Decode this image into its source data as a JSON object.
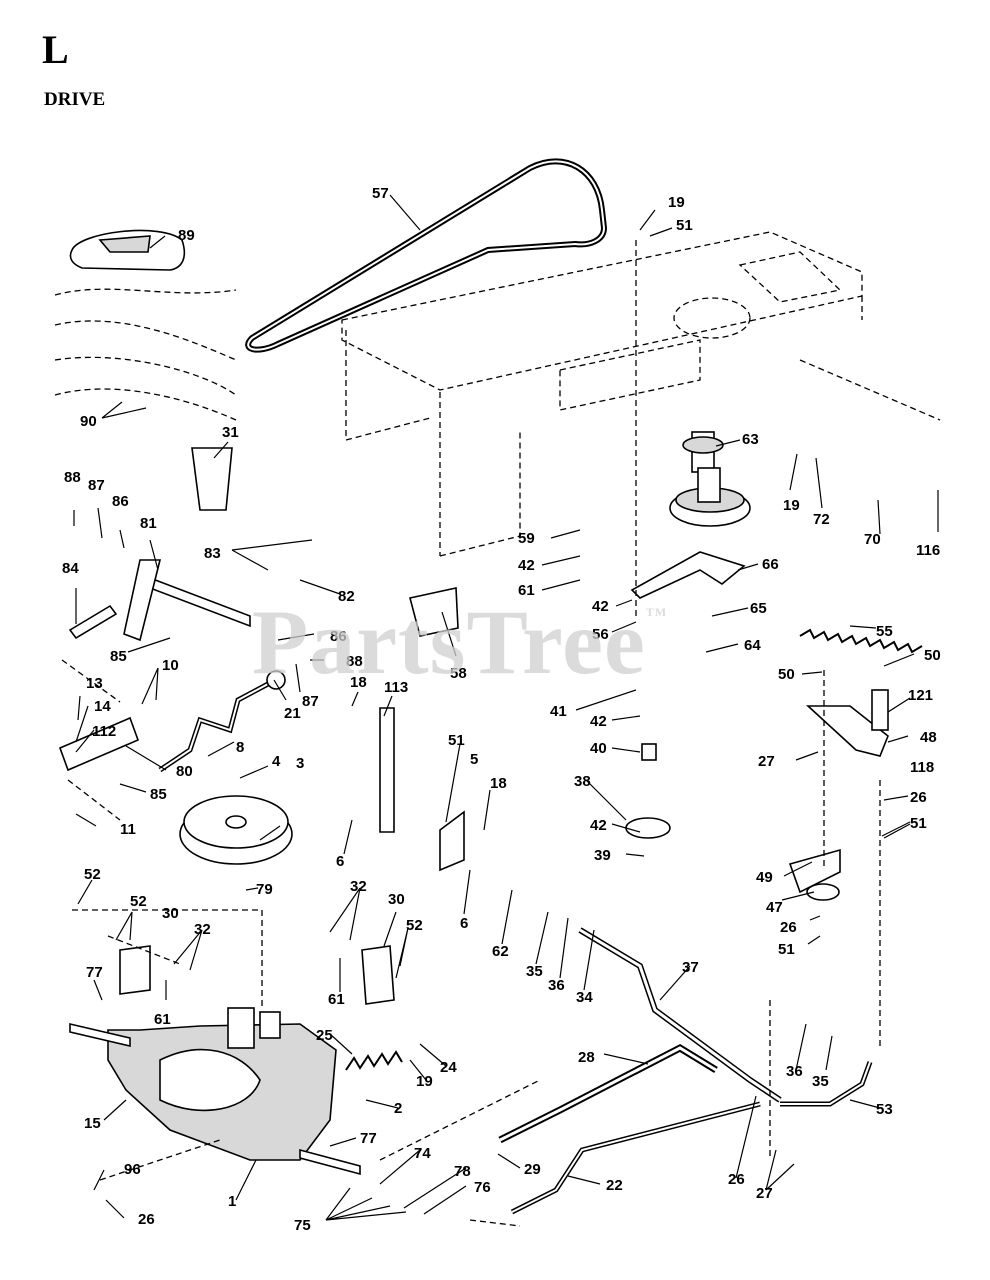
{
  "page": {
    "section_letter": "L",
    "section_title": "DRIVE"
  },
  "watermark": {
    "brand": "PartsTree",
    "tm": "TM"
  },
  "callouts": [
    {
      "id": "c57",
      "text": "57"
    },
    {
      "id": "c89",
      "text": "89"
    },
    {
      "id": "c90",
      "text": "90"
    },
    {
      "id": "c19a",
      "text": "19"
    },
    {
      "id": "c51a",
      "text": "51"
    },
    {
      "id": "c31",
      "text": "31"
    },
    {
      "id": "c63",
      "text": "63"
    },
    {
      "id": "c19b",
      "text": "19"
    },
    {
      "id": "c72",
      "text": "72"
    },
    {
      "id": "c70",
      "text": "70"
    },
    {
      "id": "c116",
      "text": "116"
    },
    {
      "id": "c88a",
      "text": "88"
    },
    {
      "id": "c87a",
      "text": "87"
    },
    {
      "id": "c86a",
      "text": "86"
    },
    {
      "id": "c81",
      "text": "81"
    },
    {
      "id": "c83",
      "text": "83"
    },
    {
      "id": "c82",
      "text": "82"
    },
    {
      "id": "c84",
      "text": "84"
    },
    {
      "id": "c85a",
      "text": "85"
    },
    {
      "id": "c86b",
      "text": "86"
    },
    {
      "id": "c88b",
      "text": "88"
    },
    {
      "id": "c87b",
      "text": "87"
    },
    {
      "id": "c59",
      "text": "59"
    },
    {
      "id": "c42a",
      "text": "42"
    },
    {
      "id": "c61a",
      "text": "61"
    },
    {
      "id": "c66",
      "text": "66"
    },
    {
      "id": "c42b",
      "text": "42"
    },
    {
      "id": "c56",
      "text": "56"
    },
    {
      "id": "c65",
      "text": "65"
    },
    {
      "id": "c64",
      "text": "64"
    },
    {
      "id": "c55",
      "text": "55"
    },
    {
      "id": "c58",
      "text": "58"
    },
    {
      "id": "c13",
      "text": "13"
    },
    {
      "id": "c10",
      "text": "10"
    },
    {
      "id": "c14",
      "text": "14"
    },
    {
      "id": "c112",
      "text": "112"
    },
    {
      "id": "c21",
      "text": "21"
    },
    {
      "id": "c18a",
      "text": "18"
    },
    {
      "id": "c113",
      "text": "113"
    },
    {
      "id": "c50a",
      "text": "50"
    },
    {
      "id": "c50b",
      "text": "50"
    },
    {
      "id": "c121",
      "text": "121"
    },
    {
      "id": "c80",
      "text": "80"
    },
    {
      "id": "c8",
      "text": "8"
    },
    {
      "id": "c85b",
      "text": "85"
    },
    {
      "id": "c4",
      "text": "4"
    },
    {
      "id": "c41",
      "text": "41"
    },
    {
      "id": "c42c",
      "text": "42"
    },
    {
      "id": "c40",
      "text": "40"
    },
    {
      "id": "c48",
      "text": "48"
    },
    {
      "id": "c11",
      "text": "11"
    },
    {
      "id": "c3",
      "text": "3"
    },
    {
      "id": "c51b",
      "text": "51"
    },
    {
      "id": "c5",
      "text": "5"
    },
    {
      "id": "c18b",
      "text": "18"
    },
    {
      "id": "c38",
      "text": "38"
    },
    {
      "id": "c27a",
      "text": "27"
    },
    {
      "id": "c118",
      "text": "118"
    },
    {
      "id": "c26a",
      "text": "26"
    },
    {
      "id": "c51c",
      "text": "51"
    },
    {
      "id": "c42d",
      "text": "42"
    },
    {
      "id": "c6a",
      "text": "6"
    },
    {
      "id": "c39",
      "text": "39"
    },
    {
      "id": "c52a",
      "text": "52"
    },
    {
      "id": "c79",
      "text": "79"
    },
    {
      "id": "c49",
      "text": "49"
    },
    {
      "id": "c32a",
      "text": "32"
    },
    {
      "id": "c52b",
      "text": "52"
    },
    {
      "id": "c30a",
      "text": "30"
    },
    {
      "id": "c32b",
      "text": "32"
    },
    {
      "id": "c30b",
      "text": "30"
    },
    {
      "id": "c52c",
      "text": "52"
    },
    {
      "id": "c6b",
      "text": "6"
    },
    {
      "id": "c47",
      "text": "47"
    },
    {
      "id": "c26b",
      "text": "26"
    },
    {
      "id": "c51d",
      "text": "51"
    },
    {
      "id": "c62",
      "text": "62"
    },
    {
      "id": "c35a",
      "text": "35"
    },
    {
      "id": "c36a",
      "text": "36"
    },
    {
      "id": "c34",
      "text": "34"
    },
    {
      "id": "c37",
      "text": "37"
    },
    {
      "id": "c77a",
      "text": "77"
    },
    {
      "id": "c61b",
      "text": "61"
    },
    {
      "id": "c61c",
      "text": "61"
    },
    {
      "id": "c25",
      "text": "25"
    },
    {
      "id": "c24",
      "text": "24"
    },
    {
      "id": "c19c",
      "text": "19"
    },
    {
      "id": "c28",
      "text": "28"
    },
    {
      "id": "c36b",
      "text": "36"
    },
    {
      "id": "c35b",
      "text": "35"
    },
    {
      "id": "c15",
      "text": "15"
    },
    {
      "id": "c2",
      "text": "2"
    },
    {
      "id": "c53",
      "text": "53"
    },
    {
      "id": "c77b",
      "text": "77"
    },
    {
      "id": "c96",
      "text": "96"
    },
    {
      "id": "c74",
      "text": "74"
    },
    {
      "id": "c29",
      "text": "29"
    },
    {
      "id": "c1",
      "text": "1"
    },
    {
      "id": "c78",
      "text": "78"
    },
    {
      "id": "c76",
      "text": "76"
    },
    {
      "id": "c22",
      "text": "22"
    },
    {
      "id": "c26c",
      "text": "26"
    },
    {
      "id": "c27b",
      "text": "27"
    },
    {
      "id": "c26d",
      "text": "26"
    },
    {
      "id": "c75",
      "text": "75"
    }
  ]
}
